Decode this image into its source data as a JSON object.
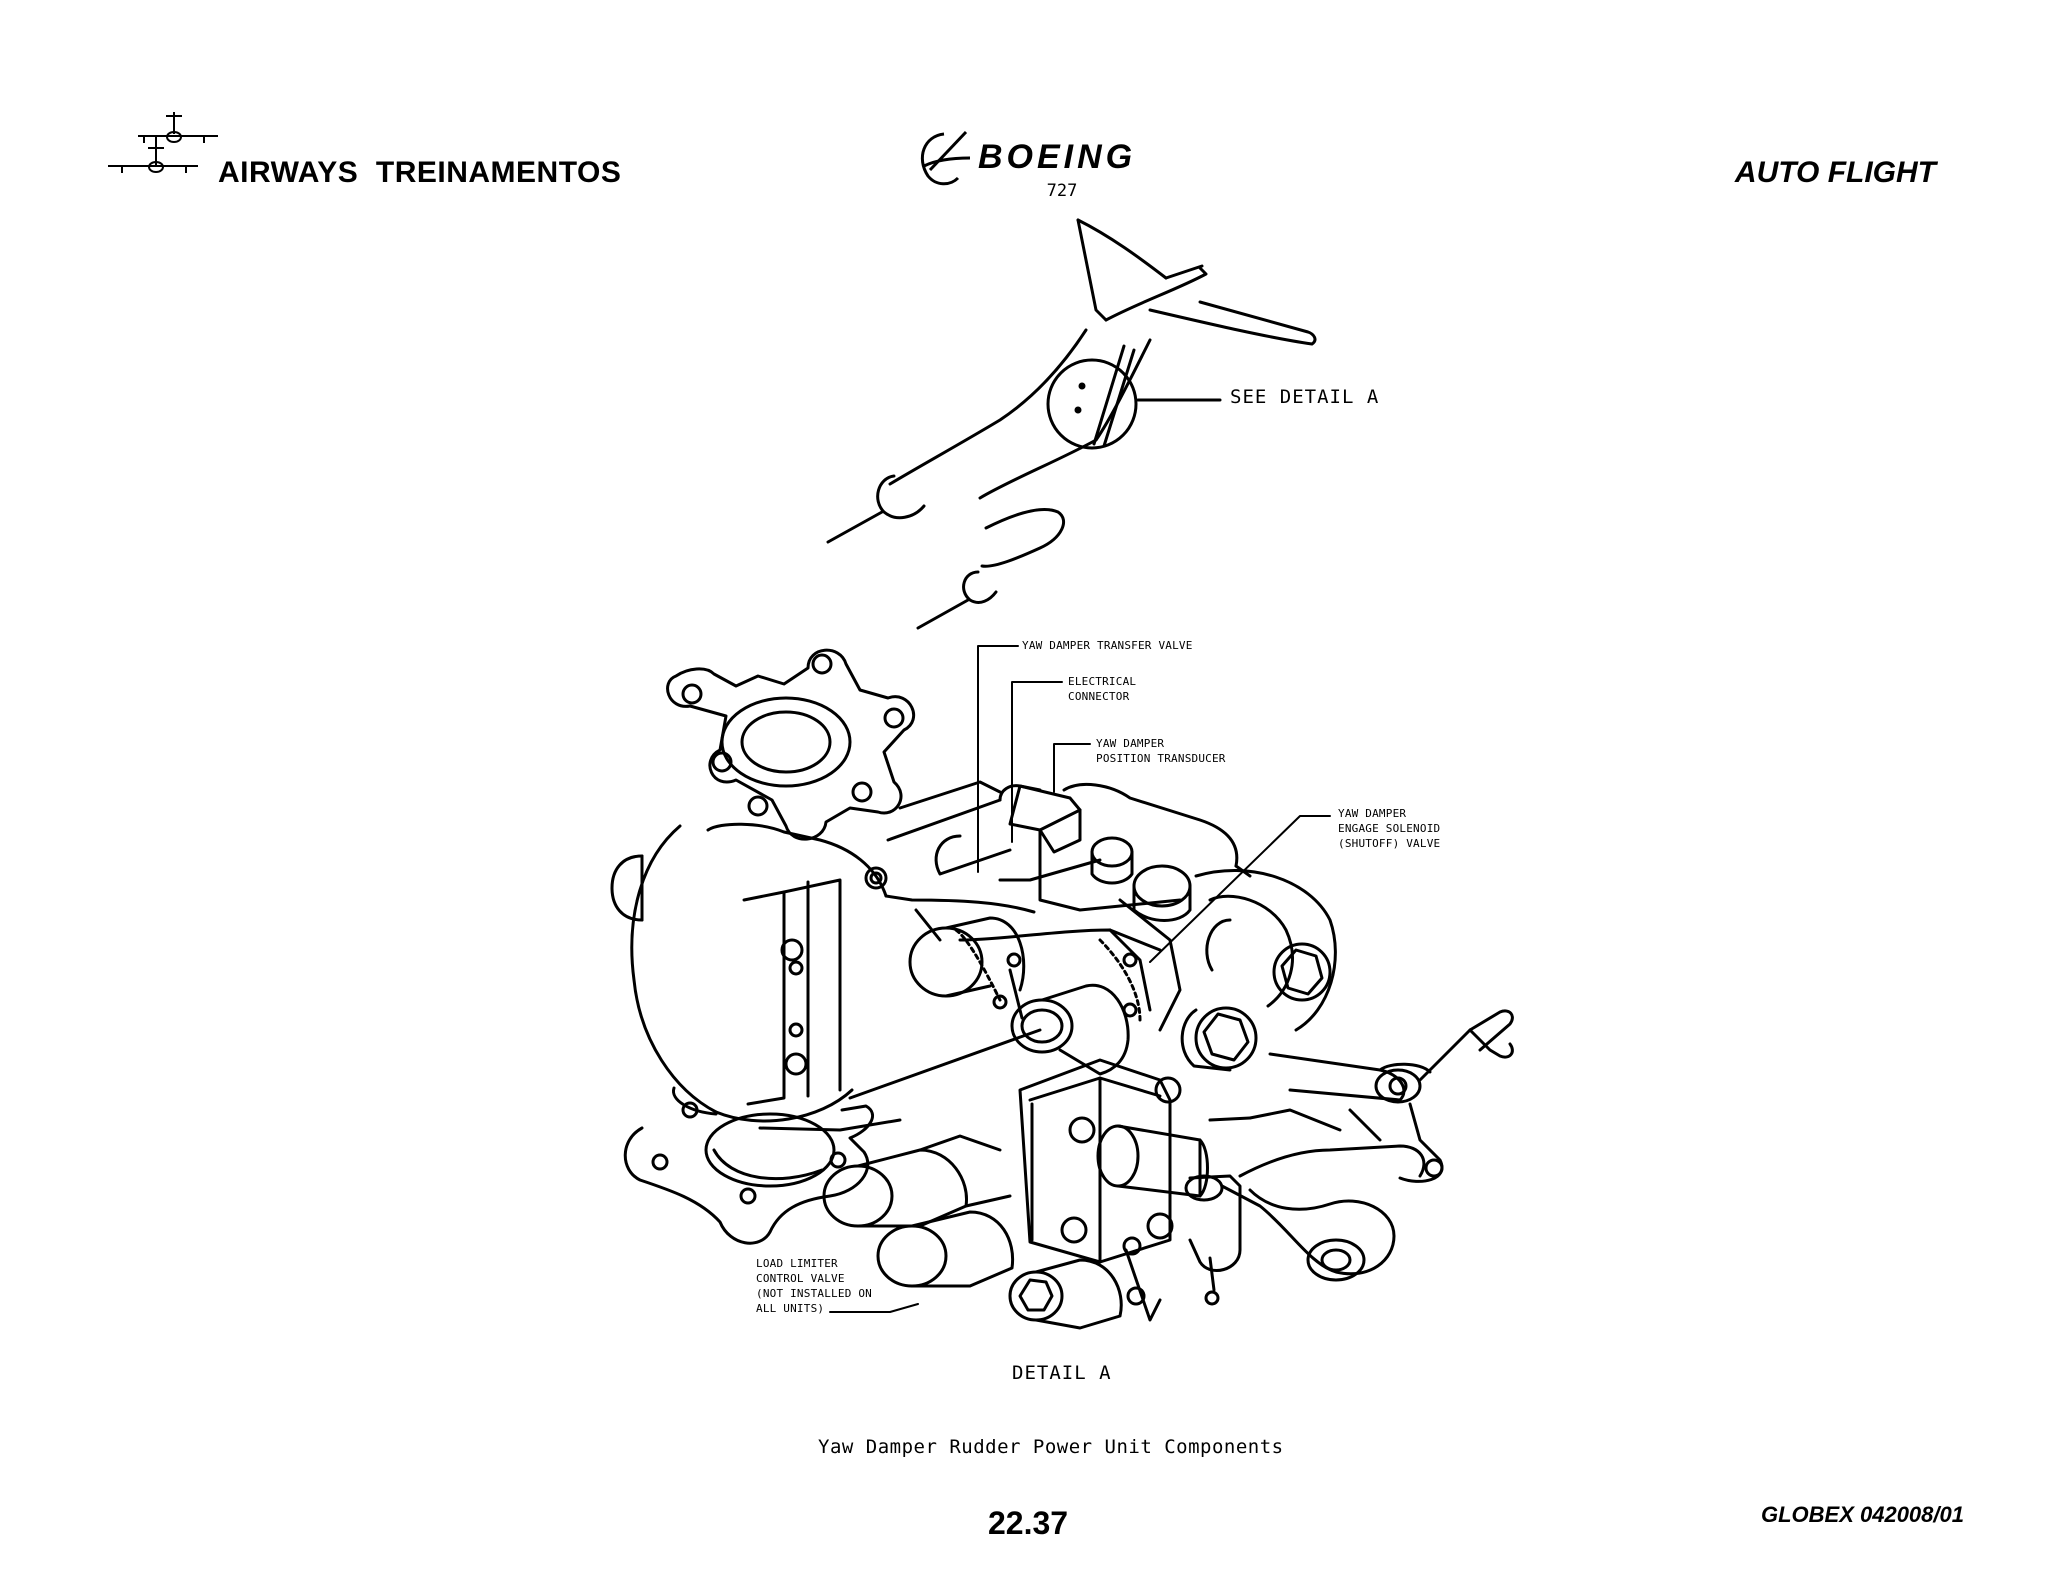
{
  "header": {
    "company": "AIRWAYS  TREINAMENTOS",
    "brand": "BOEING",
    "model": "727",
    "section": "AUTO FLIGHT"
  },
  "figure": {
    "see_detail": "SEE DETAIL A",
    "callouts": {
      "transfer_valve": "YAW DAMPER TRANSFER VALVE",
      "electrical_connector": "ELECTRICAL\nCONNECTOR",
      "position_transducer": "YAW DAMPER\nPOSITION TRANSDUCER",
      "engage_solenoid": "YAW DAMPER\nENGAGE SOLENOID\n(SHUTOFF) VALVE",
      "load_limiter": "LOAD LIMITER\nCONTROL VALVE\n(NOT INSTALLED ON\nALL UNITS)"
    },
    "detail_title": "DETAIL A",
    "caption": "Yaw Damper Rudder Power Unit Components"
  },
  "footer": {
    "page_number": "22.37",
    "doc_code": "GLOBEX 042008/01"
  }
}
